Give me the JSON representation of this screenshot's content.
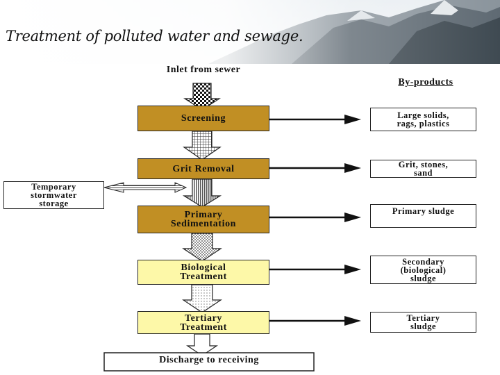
{
  "header": {
    "title": "Treatment of polluted water and sewage."
  },
  "diagram": {
    "inlet": "Inlet from sewer",
    "byproducts_heading": "By-products",
    "stages": [
      {
        "line1": "Screening",
        "line2": ""
      },
      {
        "line1": "Grit Removal",
        "line2": ""
      },
      {
        "line1": "Primary",
        "line2": "Sedimentation"
      },
      {
        "line1": "Biological",
        "line2": "Treatment"
      },
      {
        "line1": "Tertiary",
        "line2": "Treatment"
      }
    ],
    "byproducts": [
      {
        "line1": "Large solids,",
        "line2": "rags, plastics",
        "line3": ""
      },
      {
        "line1": "Grit, stones,",
        "line2": "sand",
        "line3": ""
      },
      {
        "line1": "Primary sludge",
        "line2": "",
        "line3": ""
      },
      {
        "line1": "Secondary",
        "line2": "(biological)",
        "line3": "sludge"
      },
      {
        "line1": "Tertiary",
        "line2": "sludge",
        "line3": ""
      }
    ],
    "temporary_storage": {
      "line1": "Temporary",
      "line2": "stormwater",
      "line3": "storage"
    },
    "discharge": "Discharge to receiving"
  }
}
